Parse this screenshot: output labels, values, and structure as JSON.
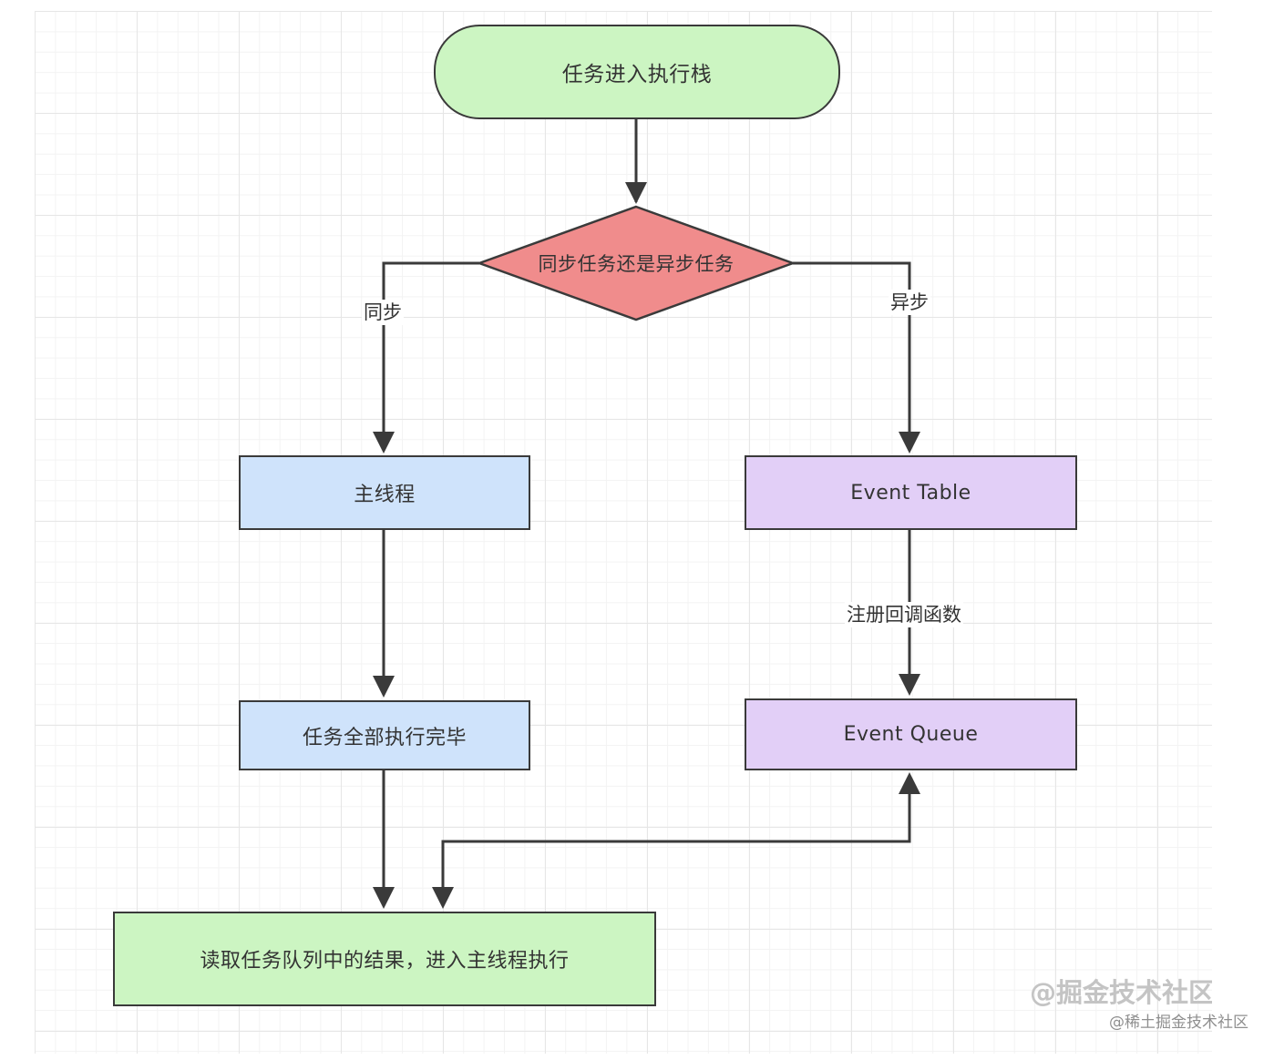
{
  "nodes": {
    "start": "任务进入执行栈",
    "decision": "同步任务还是异步任务",
    "main_thread": "主线程",
    "task_done": "任务全部执行完毕",
    "event_table": "Event Table",
    "event_queue": "Event Queue",
    "read_queue": "读取任务队列中的结果，进入主线程执行"
  },
  "edge_labels": {
    "sync": "同步",
    "async": "异步",
    "register_callback": "注册回调函数"
  },
  "watermarks": {
    "main": "@掘金技术社区",
    "site": "@稀土掘金技术社区"
  },
  "colors": {
    "start_fill": "#ccf5c2",
    "decision_fill": "#f08c8c",
    "sync_fill": "#cfe3fb",
    "async_fill": "#e2cff7",
    "stroke": "#3a3a3a"
  }
}
